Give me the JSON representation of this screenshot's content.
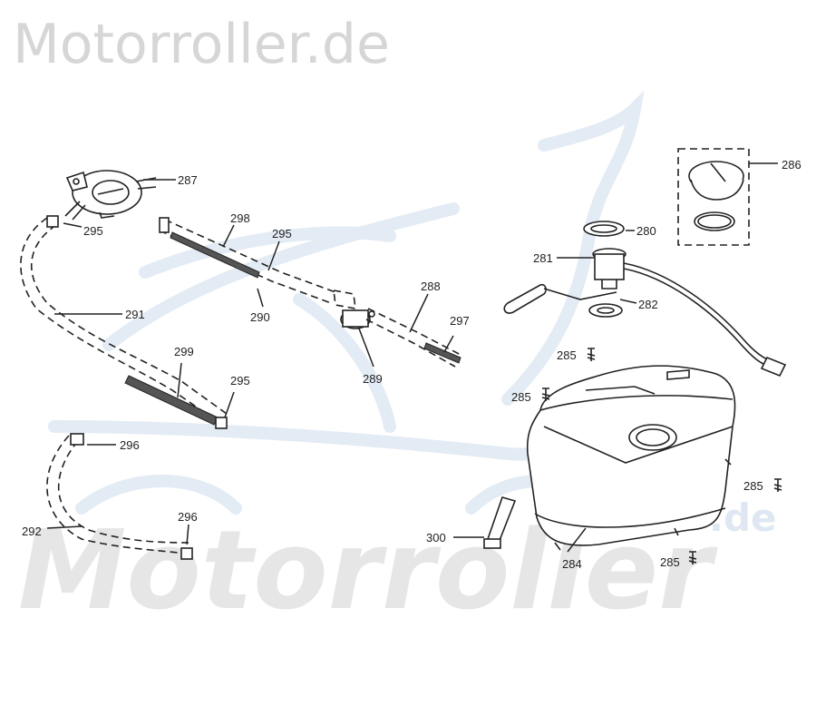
{
  "watermark": {
    "top_text": "Motorroller.de",
    "bottom_text": "Motorroller",
    "bottom_suffix": ".de"
  },
  "callouts": {
    "c287": "287",
    "c295a": "295",
    "c298": "298",
    "c295b": "295",
    "c291": "291",
    "c290": "290",
    "c288": "288",
    "c297": "297",
    "c289": "289",
    "c299": "299",
    "c295c": "295",
    "c296a": "296",
    "c292": "292",
    "c296b": "296",
    "c300": "300",
    "c284": "284",
    "c286": "286",
    "c280": "280",
    "c281": "281",
    "c282": "282",
    "c285a": "285",
    "c285b": "285",
    "c285c": "285",
    "c285d": "285"
  },
  "colors": {
    "watermark_gray": "#d6d6d6",
    "watermark_blue": "#e3ebf4",
    "line": "#222222"
  }
}
